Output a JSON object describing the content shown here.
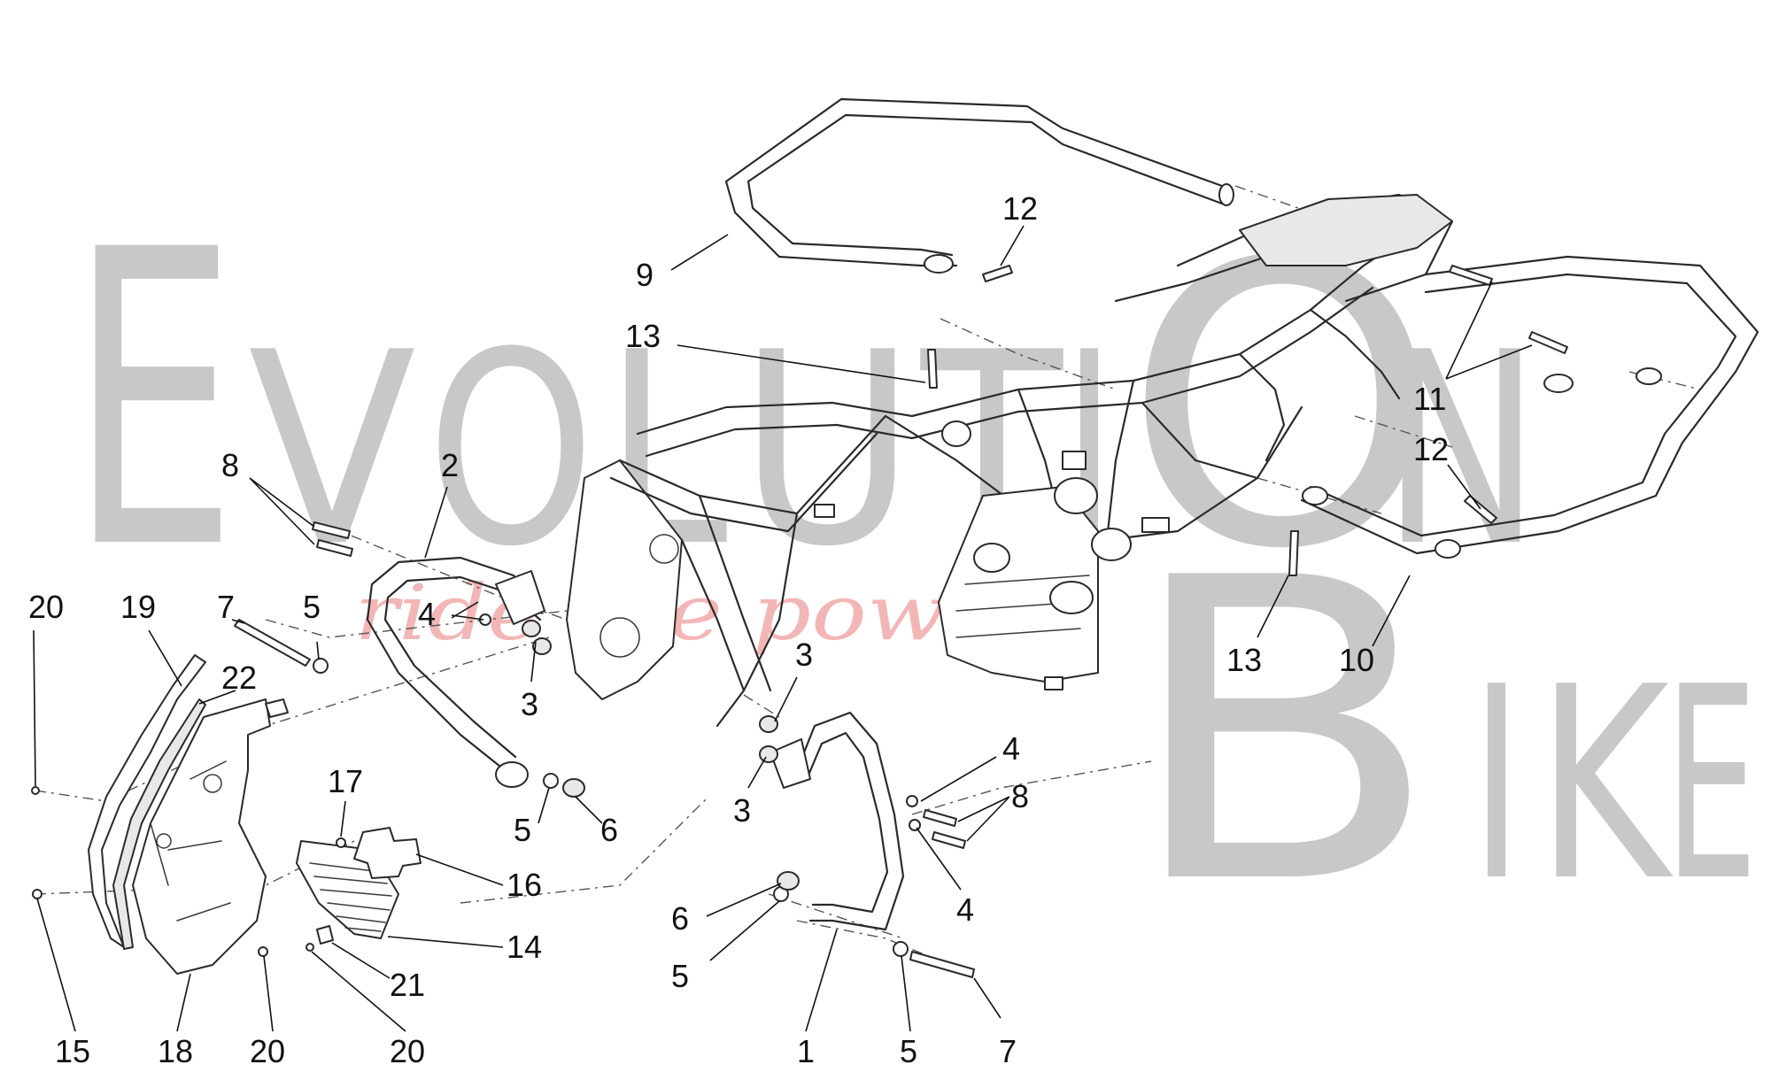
{
  "watermark": {
    "word_evolution": [
      "E",
      "V",
      "O",
      "L",
      "U",
      "T",
      "I",
      "O",
      "N"
    ],
    "word_bike": [
      "B",
      "I",
      "K",
      "E"
    ],
    "slogan": "ride the power",
    "color": "#c8c8c8",
    "slogan_color": "#f3b6b6"
  },
  "callouts": [
    {
      "id": "c1",
      "label": "1"
    },
    {
      "id": "c2",
      "label": "2"
    },
    {
      "id": "c3a",
      "label": "3"
    },
    {
      "id": "c3b",
      "label": "3"
    },
    {
      "id": "c3c",
      "label": "3"
    },
    {
      "id": "c4a",
      "label": "4"
    },
    {
      "id": "c4b",
      "label": "4"
    },
    {
      "id": "c4c",
      "label": "4"
    },
    {
      "id": "c5a",
      "label": "5"
    },
    {
      "id": "c5b",
      "label": "5"
    },
    {
      "id": "c5c",
      "label": "5"
    },
    {
      "id": "c5d",
      "label": "5"
    },
    {
      "id": "c6a",
      "label": "6"
    },
    {
      "id": "c6b",
      "label": "6"
    },
    {
      "id": "c7a",
      "label": "7"
    },
    {
      "id": "c7b",
      "label": "7"
    },
    {
      "id": "c8a",
      "label": "8"
    },
    {
      "id": "c8b",
      "label": "8"
    },
    {
      "id": "c9",
      "label": "9"
    },
    {
      "id": "c10",
      "label": "10"
    },
    {
      "id": "c11",
      "label": "11"
    },
    {
      "id": "c12a",
      "label": "12"
    },
    {
      "id": "c12b",
      "label": "12"
    },
    {
      "id": "c13a",
      "label": "13"
    },
    {
      "id": "c13b",
      "label": "13"
    },
    {
      "id": "c14",
      "label": "14"
    },
    {
      "id": "c15",
      "label": "15"
    },
    {
      "id": "c16",
      "label": "16"
    },
    {
      "id": "c17",
      "label": "17"
    },
    {
      "id": "c18",
      "label": "18"
    },
    {
      "id": "c19",
      "label": "19"
    },
    {
      "id": "c20a",
      "label": "20"
    },
    {
      "id": "c20b",
      "label": "20"
    },
    {
      "id": "c20c",
      "label": "20"
    },
    {
      "id": "c21",
      "label": "21"
    },
    {
      "id": "c22",
      "label": "22"
    }
  ]
}
